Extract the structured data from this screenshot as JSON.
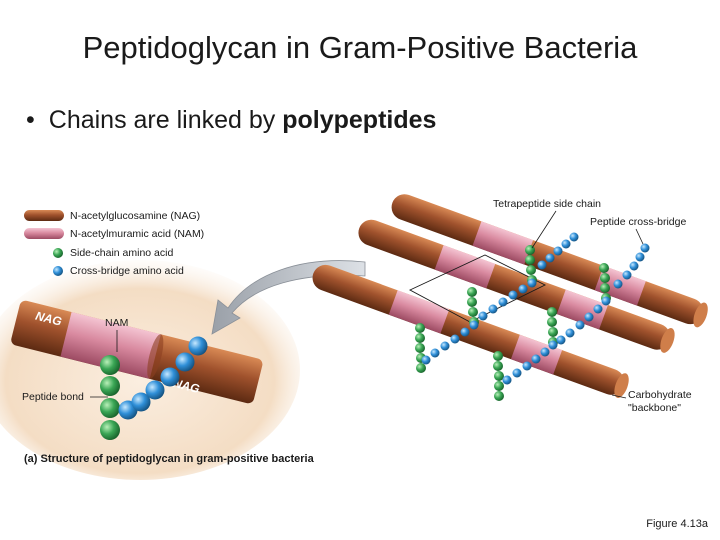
{
  "slide": {
    "title": "Peptidoglycan in Gram-Positive Bacteria",
    "bullet_text": "Chains are linked by ",
    "bullet_bold": "polypeptides",
    "figure_ref": "Figure 4.13a"
  },
  "legend": {
    "items": [
      {
        "label": "N-acetylglucosamine (NAG)",
        "icon": "nag-bar",
        "color": "#a0522d"
      },
      {
        "label": "N-acetylmuramic acid (NAM)",
        "icon": "nam-bar",
        "color": "#d98aa0"
      },
      {
        "label": "Side-chain amino acid",
        "icon": "green-ball",
        "color": "#3aa655"
      },
      {
        "label": "Cross-bridge amino acid",
        "icon": "blue-ball",
        "color": "#2f8fd8"
      }
    ]
  },
  "labels": {
    "nam": "NAM",
    "nag_1": "NAG",
    "nag_2": "NAG",
    "peptide_bond": "Peptide bond",
    "tetrapeptide": "Tetrapeptide side chain",
    "cross_bridge": "Peptide cross-bridge",
    "carbohydrate_1": "Carbohydrate",
    "carbohydrate_2": "\"backbone\"",
    "caption_bold": "(a)",
    "caption_text": " Structure of peptidoglycan in gram-positive bacteria"
  },
  "colors": {
    "nag": "#a0522d",
    "nam": "#d98aa0",
    "side_chain": "#3aa655",
    "cross_bridge": "#2f8fd8",
    "inset_bg": "#f6e3cf"
  }
}
